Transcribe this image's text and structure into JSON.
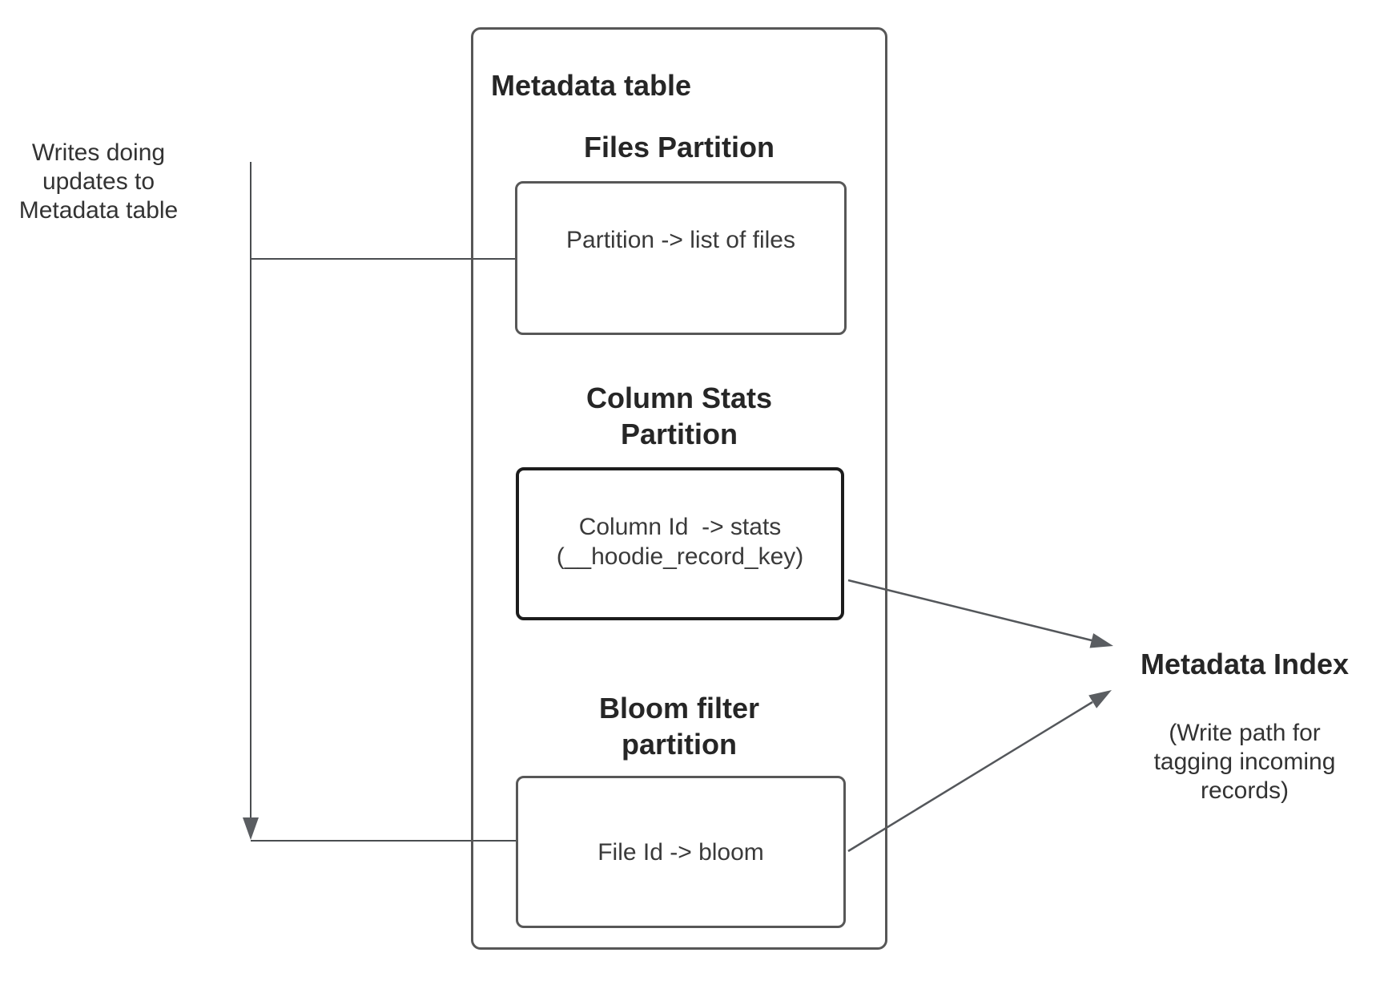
{
  "left_note": {
    "text": "Writes doing\nupdates to\nMetadata table"
  },
  "metadata_table": {
    "title": "Metadata table",
    "partitions": [
      {
        "id": "files-partition",
        "header": "Files Partition",
        "box_text": "Partition -> list of files"
      },
      {
        "id": "column-stats-partition",
        "header": "Column Stats\nPartition",
        "box_text": "Column Id  -> stats\n(__hoodie_record_key)"
      },
      {
        "id": "bloom-filter-partition",
        "header": "Bloom filter\npartition",
        "box_text": "File Id -> bloom"
      }
    ]
  },
  "metadata_index": {
    "title": "Metadata Index",
    "caption": "(Write path for\ntagging incoming\nrecords)"
  },
  "colors": {
    "background": "#ffffff",
    "container_border": "#575757",
    "stats_box_border": "#1c1c1c",
    "connector_line": "#4a4d50",
    "arrow_fill": "#5a5d61",
    "heading_text": "#262626",
    "body_text": "#3a3a3a"
  }
}
